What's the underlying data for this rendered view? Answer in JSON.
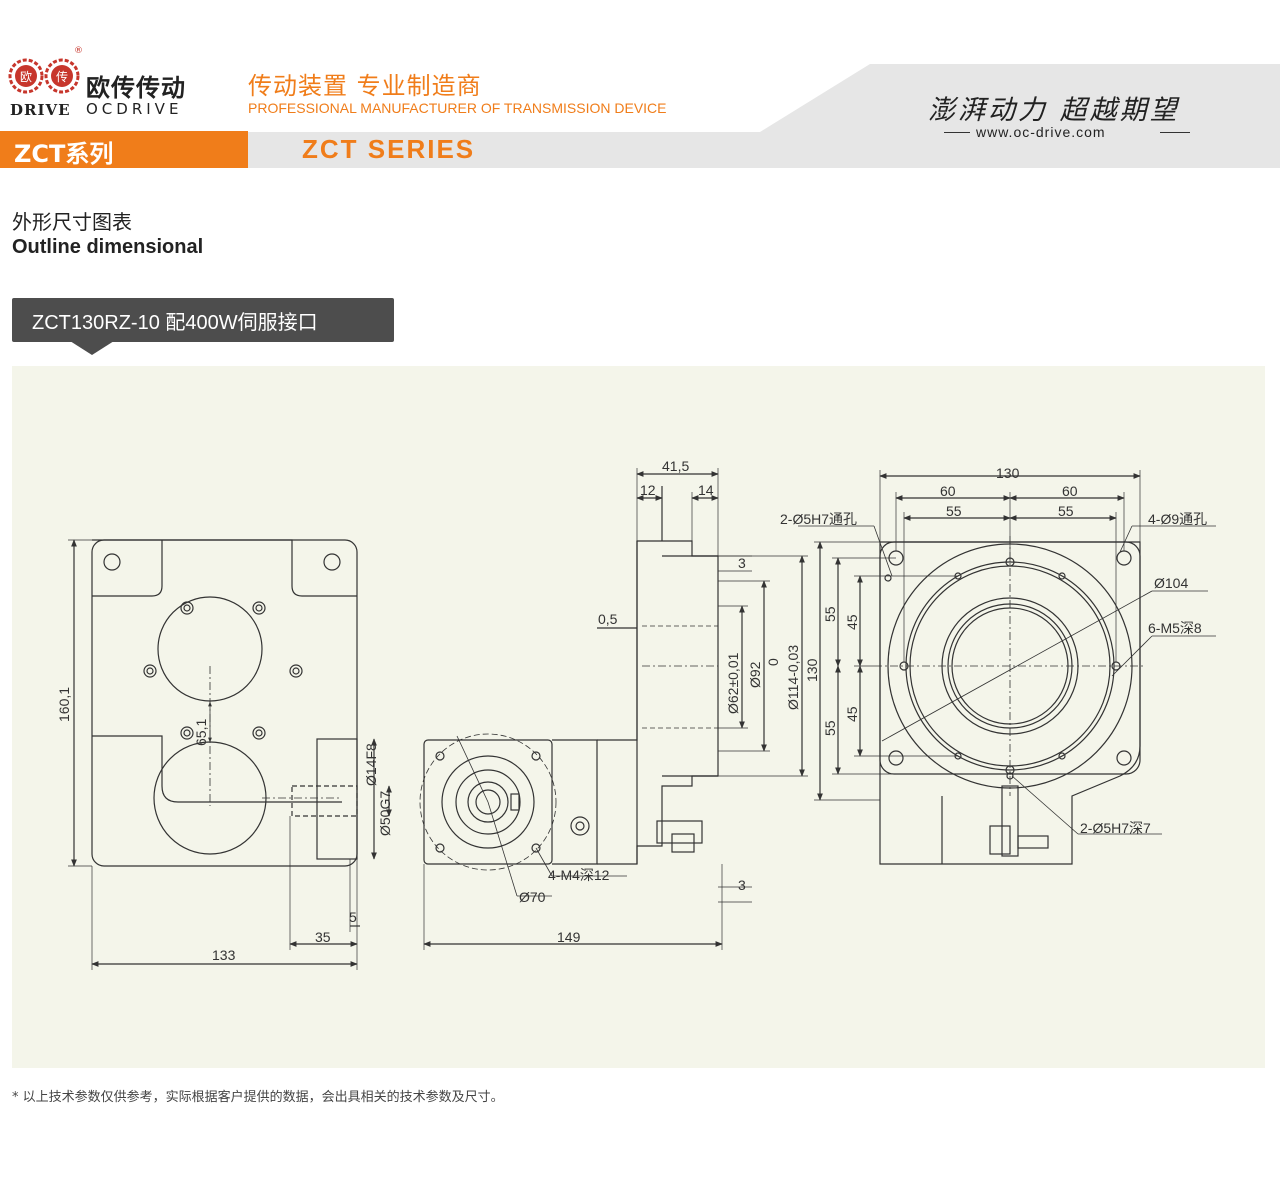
{
  "header": {
    "brand_cn": "欧传传动",
    "brand_en_left": "DRIVE",
    "brand_en_right": "OCDRIVE",
    "logo_char_1": "欧",
    "logo_char_2": "传",
    "registered_mark": "®",
    "tagline_cn": "传动装置 专业制造商",
    "tagline_en": "PROFESSIONAL MANUFACTURER OF TRANSMISSION DEVICE",
    "slogan": "澎湃动力 超越期望",
    "website": "www.oc-drive.com",
    "series_cn": "ZCT系列",
    "series_en": "ZCT SERIES"
  },
  "colors": {
    "accent": "#f07d1a",
    "dark_label": "#4d4d4d",
    "drawing_bg": "#f4f5ea",
    "logo_red": "#c7362c"
  },
  "section": {
    "title_cn": "外形尺寸图表",
    "title_en": "Outline dimensional",
    "model_label": "ZCT130RZ-10 配400W伺服接口"
  },
  "drawing": {
    "dims": {
      "d160_1": "160,1",
      "d133": "133",
      "d35": "35",
      "d5": "5",
      "d65": "65,1",
      "d14f8": "Ø14F8",
      "d50g7": "Ø50G7",
      "d41_5": "41,5",
      "d12": "12",
      "d14": "14",
      "d3_top": "3",
      "d0_5": "0,5",
      "d62": "Ø62±0,01",
      "d92": "Ø92",
      "d0": "0",
      "d114": "Ø114-0,03",
      "d3_bot": "3",
      "d149": "149",
      "d70": "Ø70",
      "m4": "4-M4深12",
      "d130_top": "130",
      "d60_l": "60",
      "d60_r": "60",
      "d55_l": "55",
      "d55_r": "55",
      "d130_side": "130",
      "d55_up": "55",
      "d45_up": "45",
      "d55_dn": "55",
      "d45_dn": "45",
      "h5h7_through": "2-Ø5H7通孔",
      "h9_through": "4-Ø9通孔",
      "d104": "Ø104",
      "m5": "6-M5深8",
      "h5h7_deep": "2-Ø5H7深7"
    }
  },
  "footnote": "*  以上技术参数仅供参考，实际根据客户提供的数据，会出具相关的技术参数及尺寸。"
}
